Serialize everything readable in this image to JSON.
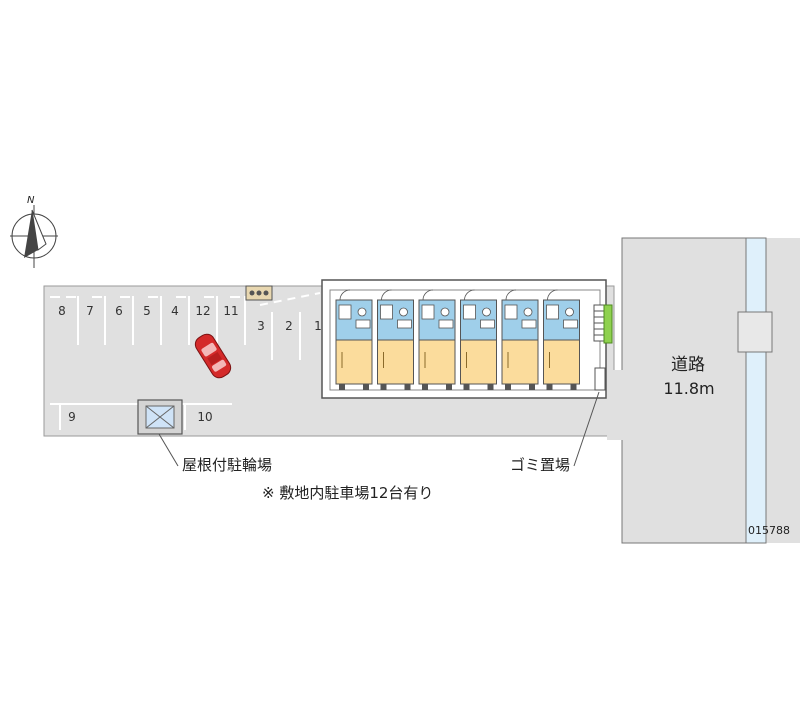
{
  "compass": {
    "north_label": "N"
  },
  "parking_numbers": [
    "8",
    "7",
    "6",
    "5",
    "4",
    "12",
    "11",
    "3",
    "2",
    "1",
    "9",
    "10"
  ],
  "labels": {
    "bicycle_parking": "屋根付駐輪場",
    "garbage_area": "ゴミ置場",
    "parking_note": "※ 敷地内駐車場12台有り",
    "road_name": "道路",
    "road_width": "11.8m"
  },
  "map_id": "015788",
  "colors": {
    "lot": "#e0e0e0",
    "road": "#e0e0e0",
    "sidewalk": "#dff0fb",
    "unit_floor": "#fbdc9c",
    "bathroom": "#9fcfea",
    "car": "#d42a2a",
    "greenery": "#8fd14f"
  }
}
